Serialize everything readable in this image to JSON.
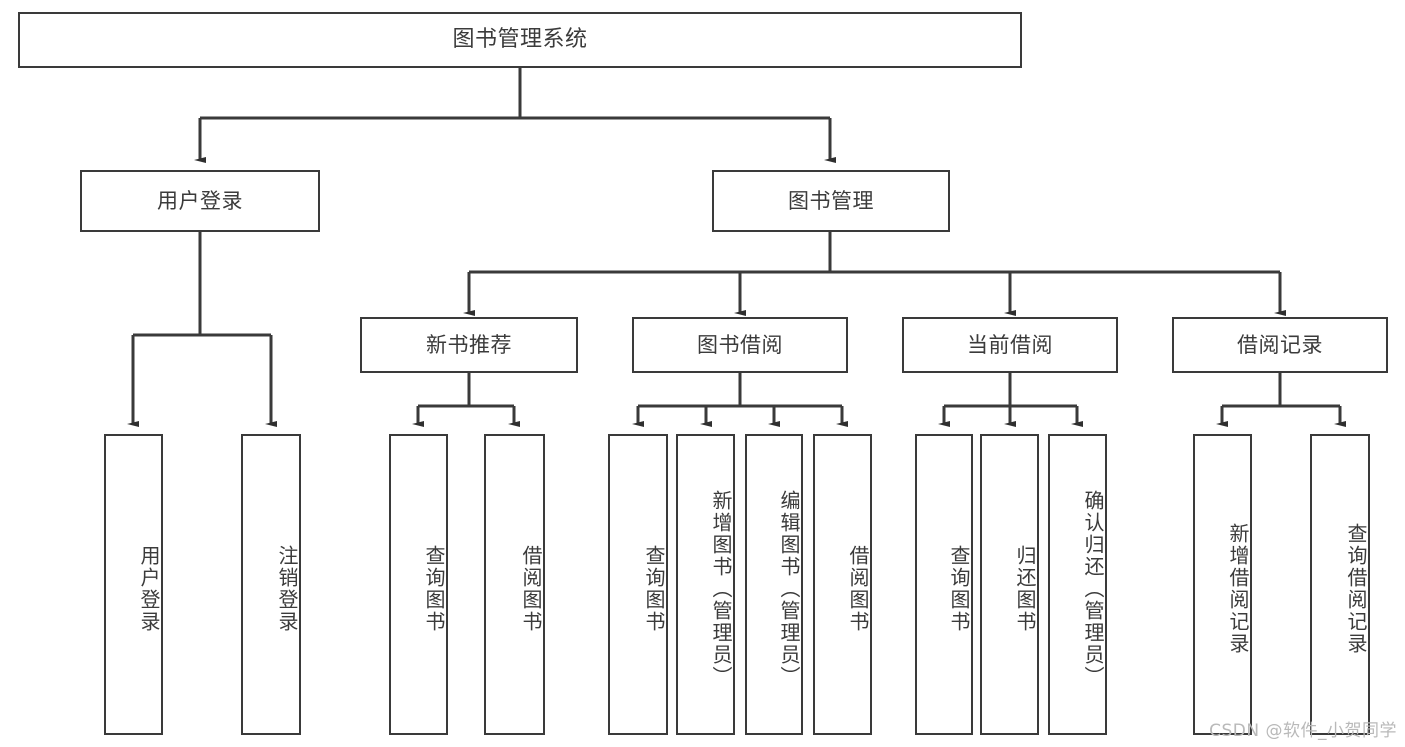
{
  "diagram": {
    "title": "图书管理系统",
    "watermark": "CSDN @软件_小贺同学",
    "line_color": "#3a3a3a",
    "box_fill": "#ffffff",
    "text_color": "#3b3b3b",
    "watermark_color": "#b9b9b9",
    "levels": {
      "root": "图书管理系统",
      "level2": [
        "用户登录",
        "图书管理"
      ],
      "level3": [
        "新书推荐",
        "图书借阅",
        "当前借阅",
        "借阅记录"
      ]
    },
    "nodes": {
      "root": {
        "label": "图书管理系统"
      },
      "user_login": {
        "label": "用户登录"
      },
      "book_manage": {
        "label": "图书管理"
      },
      "new_book_rec": {
        "label": "新书推荐"
      },
      "book_borrow": {
        "label": "图书借阅"
      },
      "current_borrow": {
        "label": "当前借阅"
      },
      "borrow_record": {
        "label": "借阅记录"
      }
    },
    "leaves": {
      "user_login": [
        {
          "label": "用户登录"
        },
        {
          "label": "注销登录"
        }
      ],
      "new_book_rec": [
        {
          "label": "查询图书"
        },
        {
          "label": "借阅图书"
        }
      ],
      "book_borrow": [
        {
          "label": "查询图书"
        },
        {
          "label": "新增图书（管理员）"
        },
        {
          "label": "编辑图书（管理员）"
        },
        {
          "label": "借阅图书"
        }
      ],
      "current_borrow": [
        {
          "label": "查询图书"
        },
        {
          "label": "归还图书"
        },
        {
          "label": "确认归还（管理员）"
        }
      ],
      "borrow_record": [
        {
          "label": "新增借阅记录"
        },
        {
          "label": "查询借阅记录"
        }
      ]
    }
  }
}
